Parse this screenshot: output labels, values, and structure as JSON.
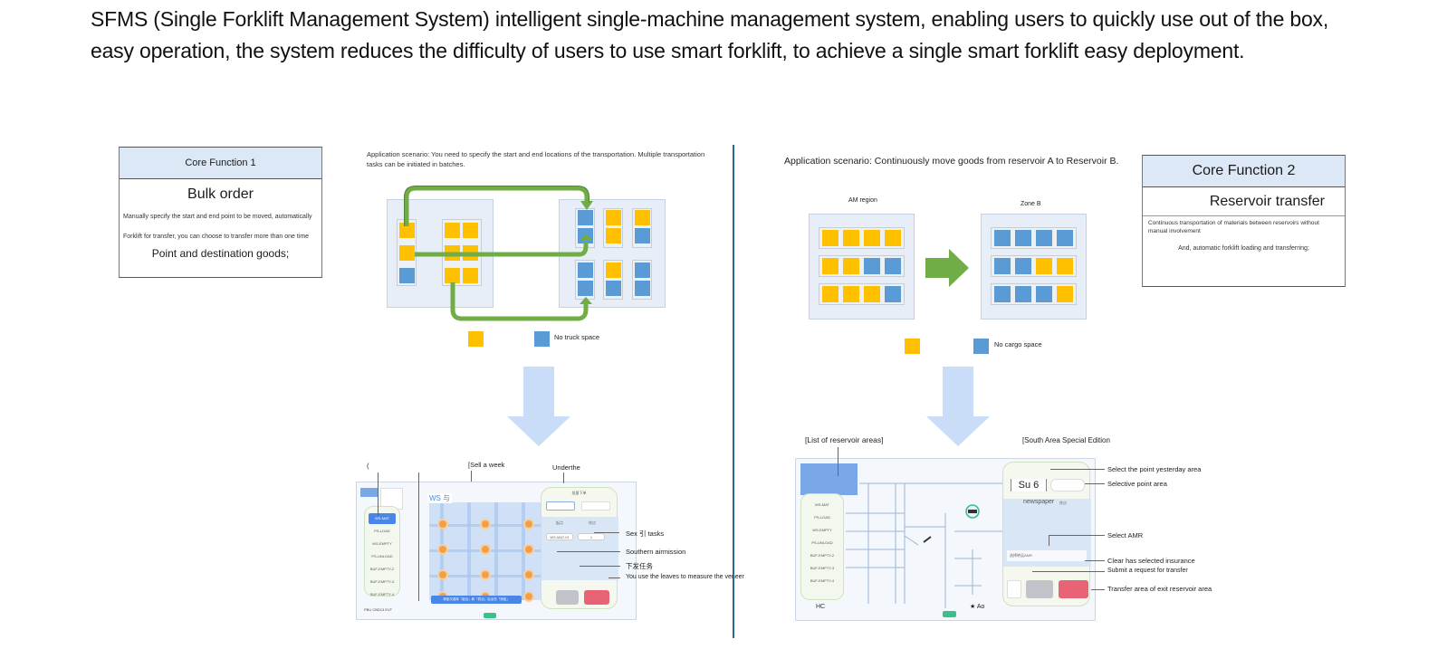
{
  "intro": {
    "text": "SFMS (Single Forklift Management System) intelligent single-machine management system, enabling users to quickly use out of the box, easy operation, the system reduces the difficulty of users to use smart forklift, to achieve a single smart forklift easy deployment."
  },
  "core_function_1": {
    "header": "Core Function 1",
    "title": "Bulk order",
    "desc_line_1": "Manually specify the start and end point to be moved, automatically",
    "desc_line_2": "Forklift for transfer, you can choose to transfer more than one time",
    "footer": "Point and destination goods;"
  },
  "scenario_1": {
    "text": "Application scenario: You need to specify the start and end locations of the transportation. Multiple transportation tasks can be initiated in batches.",
    "legend": [
      {
        "color": "#ffc000",
        "label": ""
      },
      {
        "color": "#5b9bd5",
        "label": "No truck space"
      }
    ]
  },
  "scenario_2": {
    "text": "Application scenario: Continuously move goods from reservoir A to Reservoir B.",
    "region_a_label": "AM region",
    "region_b_label": "Zone B",
    "legend": [
      {
        "color": "#ffc000",
        "label": ""
      },
      {
        "color": "#5b9bd5",
        "label": "No cargo space"
      }
    ]
  },
  "core_function_2": {
    "header": "Core Function 2",
    "title": "Reservoir transfer",
    "desc_line_1": "Continuous transportation of materials between reservoirs without manual involvement",
    "footer": "And, automatic forklift loading and transferring;"
  },
  "mock_1": {
    "annotations_top": {
      "left": "(",
      "middle": "[Sell a week",
      "right": "Underthe"
    },
    "map_label": "WS 与",
    "list_items": [
      "WS-MAT",
      "PS-LOAD",
      "WS-EMPTY",
      "PS-UNLOAD",
      "BUF-EMPTY-2",
      "BUF-EMPTY-3",
      "BUF-EMPTY-4"
    ],
    "panel_title": "批量下单",
    "field_start": "WS-MAT-01",
    "field_count": "1",
    "col_start": "起点",
    "col_end": "终点",
    "banner": "请依次选择「起点」和「终点」后点击「添加」",
    "device": "PBU CBD13 EVT",
    "annotations_right": [
      "Sex 引 tasks",
      "Southern airmission",
      "下发任务",
      "You use the leaves to measure the veneer"
    ]
  },
  "mock_2": {
    "annotations_top": {
      "left": "[List of reservoir areas]",
      "right": "[South Area Special Edition"
    },
    "list_items": [
      "WS-MAT",
      "PS-LOAD",
      "WS-EMPTY",
      "PS-UNLOAD",
      "BUF-EMPTY-2",
      "BUF-EMPTY-3",
      "BUF-EMPTY-4"
    ],
    "field_start": "Su 6",
    "col_start": "newspaper",
    "col_end": "终点",
    "amr_placeholder": "选择转运AMR",
    "device": "HC",
    "legend_ao": "★ Ao",
    "annotations_right": [
      "Select the point yesterday area",
      "Selective point area",
      "Select AMR",
      "Clear has selected insurance",
      "Submit a request for transfer",
      "Transfer area of exit reservoir area"
    ]
  }
}
